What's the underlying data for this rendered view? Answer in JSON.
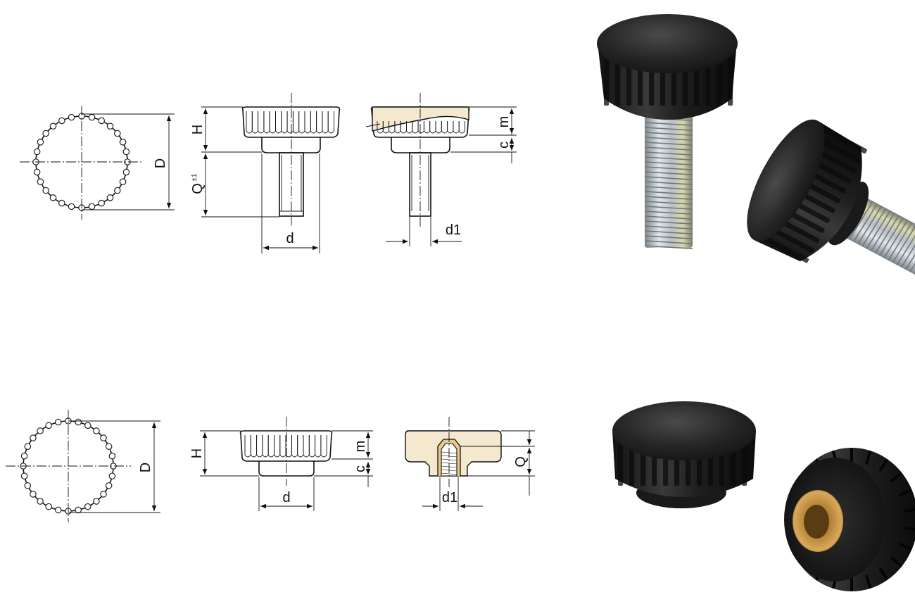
{
  "colors": {
    "line": "#111111",
    "section_fill": "#f4e8cf",
    "knob_black": "#1c1c1c",
    "zinc_steel": "#b9c0c6",
    "brass_insert": "#b8863b"
  },
  "top_row": {
    "front_view": {
      "diameter_label": "D"
    },
    "side_view": {
      "height_label": "H",
      "stud_length_label": "Q",
      "stud_length_tolerance": "±1",
      "hub_diameter_label": "d"
    },
    "section_view": {
      "insert_depth_label": "m",
      "hub_height_label": "c",
      "thread_label": "d1"
    },
    "photo": {
      "subject": "threaded-stud-knob-photo"
    }
  },
  "bottom_row": {
    "front_view": {
      "diameter_label": "D"
    },
    "side_view": {
      "height_label": "H",
      "hub_diameter_label": "d",
      "knurl_height_label": "m",
      "hub_height_label": "c"
    },
    "section_view": {
      "thread_depth_label": "Q",
      "thread_label": "d1"
    },
    "photo": {
      "subject": "threaded-bore-knob-photo"
    }
  }
}
